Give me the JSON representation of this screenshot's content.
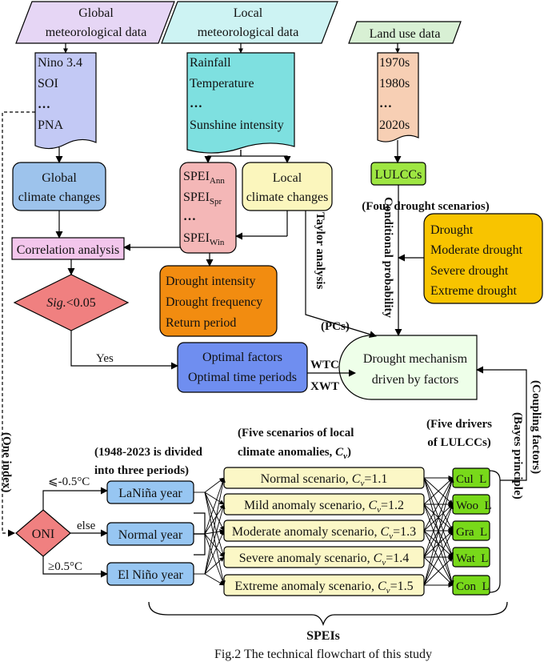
{
  "inputs": {
    "global": {
      "line1": "Global",
      "line2": "meteorological data"
    },
    "local": {
      "line1": "Local",
      "line2": "meteorological data"
    },
    "landuse": {
      "line1": "Land use data"
    }
  },
  "docs": {
    "global": [
      "Nino 3.4",
      "SOI",
      "…",
      "PNA"
    ],
    "local": [
      "Rainfall",
      "Temperature",
      "…",
      "Sunshine intensity"
    ],
    "landuse": [
      "1970s",
      "1980s",
      "…",
      "2020s"
    ]
  },
  "boxes": {
    "global_cc": {
      "line1": "Global",
      "line2": "climate changes"
    },
    "spei": {
      "prefix": "SPEI",
      "subs": [
        "Ann",
        "Spr",
        "",
        "Win"
      ],
      "ellipsis": "…"
    },
    "local_cc": {
      "line1": "Local",
      "line2": "climate changes"
    },
    "lulccs": "LULCCs",
    "correlation": "Correlation analysis",
    "sig": {
      "italic": "Sig.",
      "rest": "<0.05"
    },
    "drought_props": [
      "Drought intensity",
      "Drought frequency",
      "Return period"
    ],
    "four_scen_title": "(Four drought scenarios)",
    "four_scen": [
      "Drought",
      "Moderate drought",
      "Severe drought",
      "Extreme drought"
    ],
    "optimal": [
      "Optimal factors",
      "Optimal time periods"
    ],
    "mechanism": [
      "Drought mechanism",
      "driven by factors"
    ]
  },
  "edge_labels": {
    "yes": "Yes",
    "wtc": "WTC",
    "xwt": "XWT",
    "taylor": "Taylor analysis",
    "pcs": "(PCs)",
    "conditional": "Conditional probability",
    "coupling": "(Coupling factors)",
    "bayes": "(Bayes principle)",
    "one_index": "(One index)"
  },
  "bottom": {
    "periods_title": [
      "(1948-2023 is divided",
      "into three periods)"
    ],
    "local_title": [
      "(Five scenarios of local",
      "climate anomalies, "
    ],
    "cv_symbol": "C",
    "cv_sub": "v",
    "drivers_title": [
      "(Five drivers",
      "of LULCCs)"
    ],
    "oni": "ONI",
    "thresholds": [
      "⩽-0.5°C",
      "else",
      "≥0.5°C"
    ],
    "years": [
      "LaNiña year",
      "Normal year",
      "El Niño year"
    ],
    "scenarios": [
      {
        "name": "Normal scenario, ",
        "value": "=1.1"
      },
      {
        "name": "Mild anomaly scenario, ",
        "value": "=1.2"
      },
      {
        "name": "Moderate anomaly scenario, ",
        "value": "=1.3"
      },
      {
        "name": "Severe anomaly scenario, ",
        "value": "=1.4"
      },
      {
        "name": "Extreme anomaly scenario, ",
        "value": "=1.5"
      }
    ],
    "drivers": [
      "Cul  L",
      "Woo  L",
      "Gra  L",
      "Wat  L",
      "Con  L"
    ],
    "speis": "SPEIs"
  },
  "caption": "Fig.2 The technical flowchart of this study",
  "colors": {
    "global_input": "#e6d6f5",
    "local_input": "#cdf3f3",
    "landuse_input": "#d8f0d4",
    "global_doc": "#c3c9f5",
    "local_doc": "#7ee0e0",
    "landuse_doc": "#f7cfb4",
    "blue_box": "#9dc3ec",
    "pink_box": "#f4b7b7",
    "yellow_box": "#fbf6bd",
    "lime_box": "#9ee642",
    "pink_rect": "#f3c6ec",
    "diamond": "#f08080",
    "orange_box": "#f28c10",
    "gold_box": "#f8c400",
    "optimal_box": "#6f8ef0",
    "mechanism_box": "#eeffe9",
    "year_box": "#97c6f2",
    "scenario_box": "#fbf7c6",
    "driver_box": "#78d91a"
  }
}
